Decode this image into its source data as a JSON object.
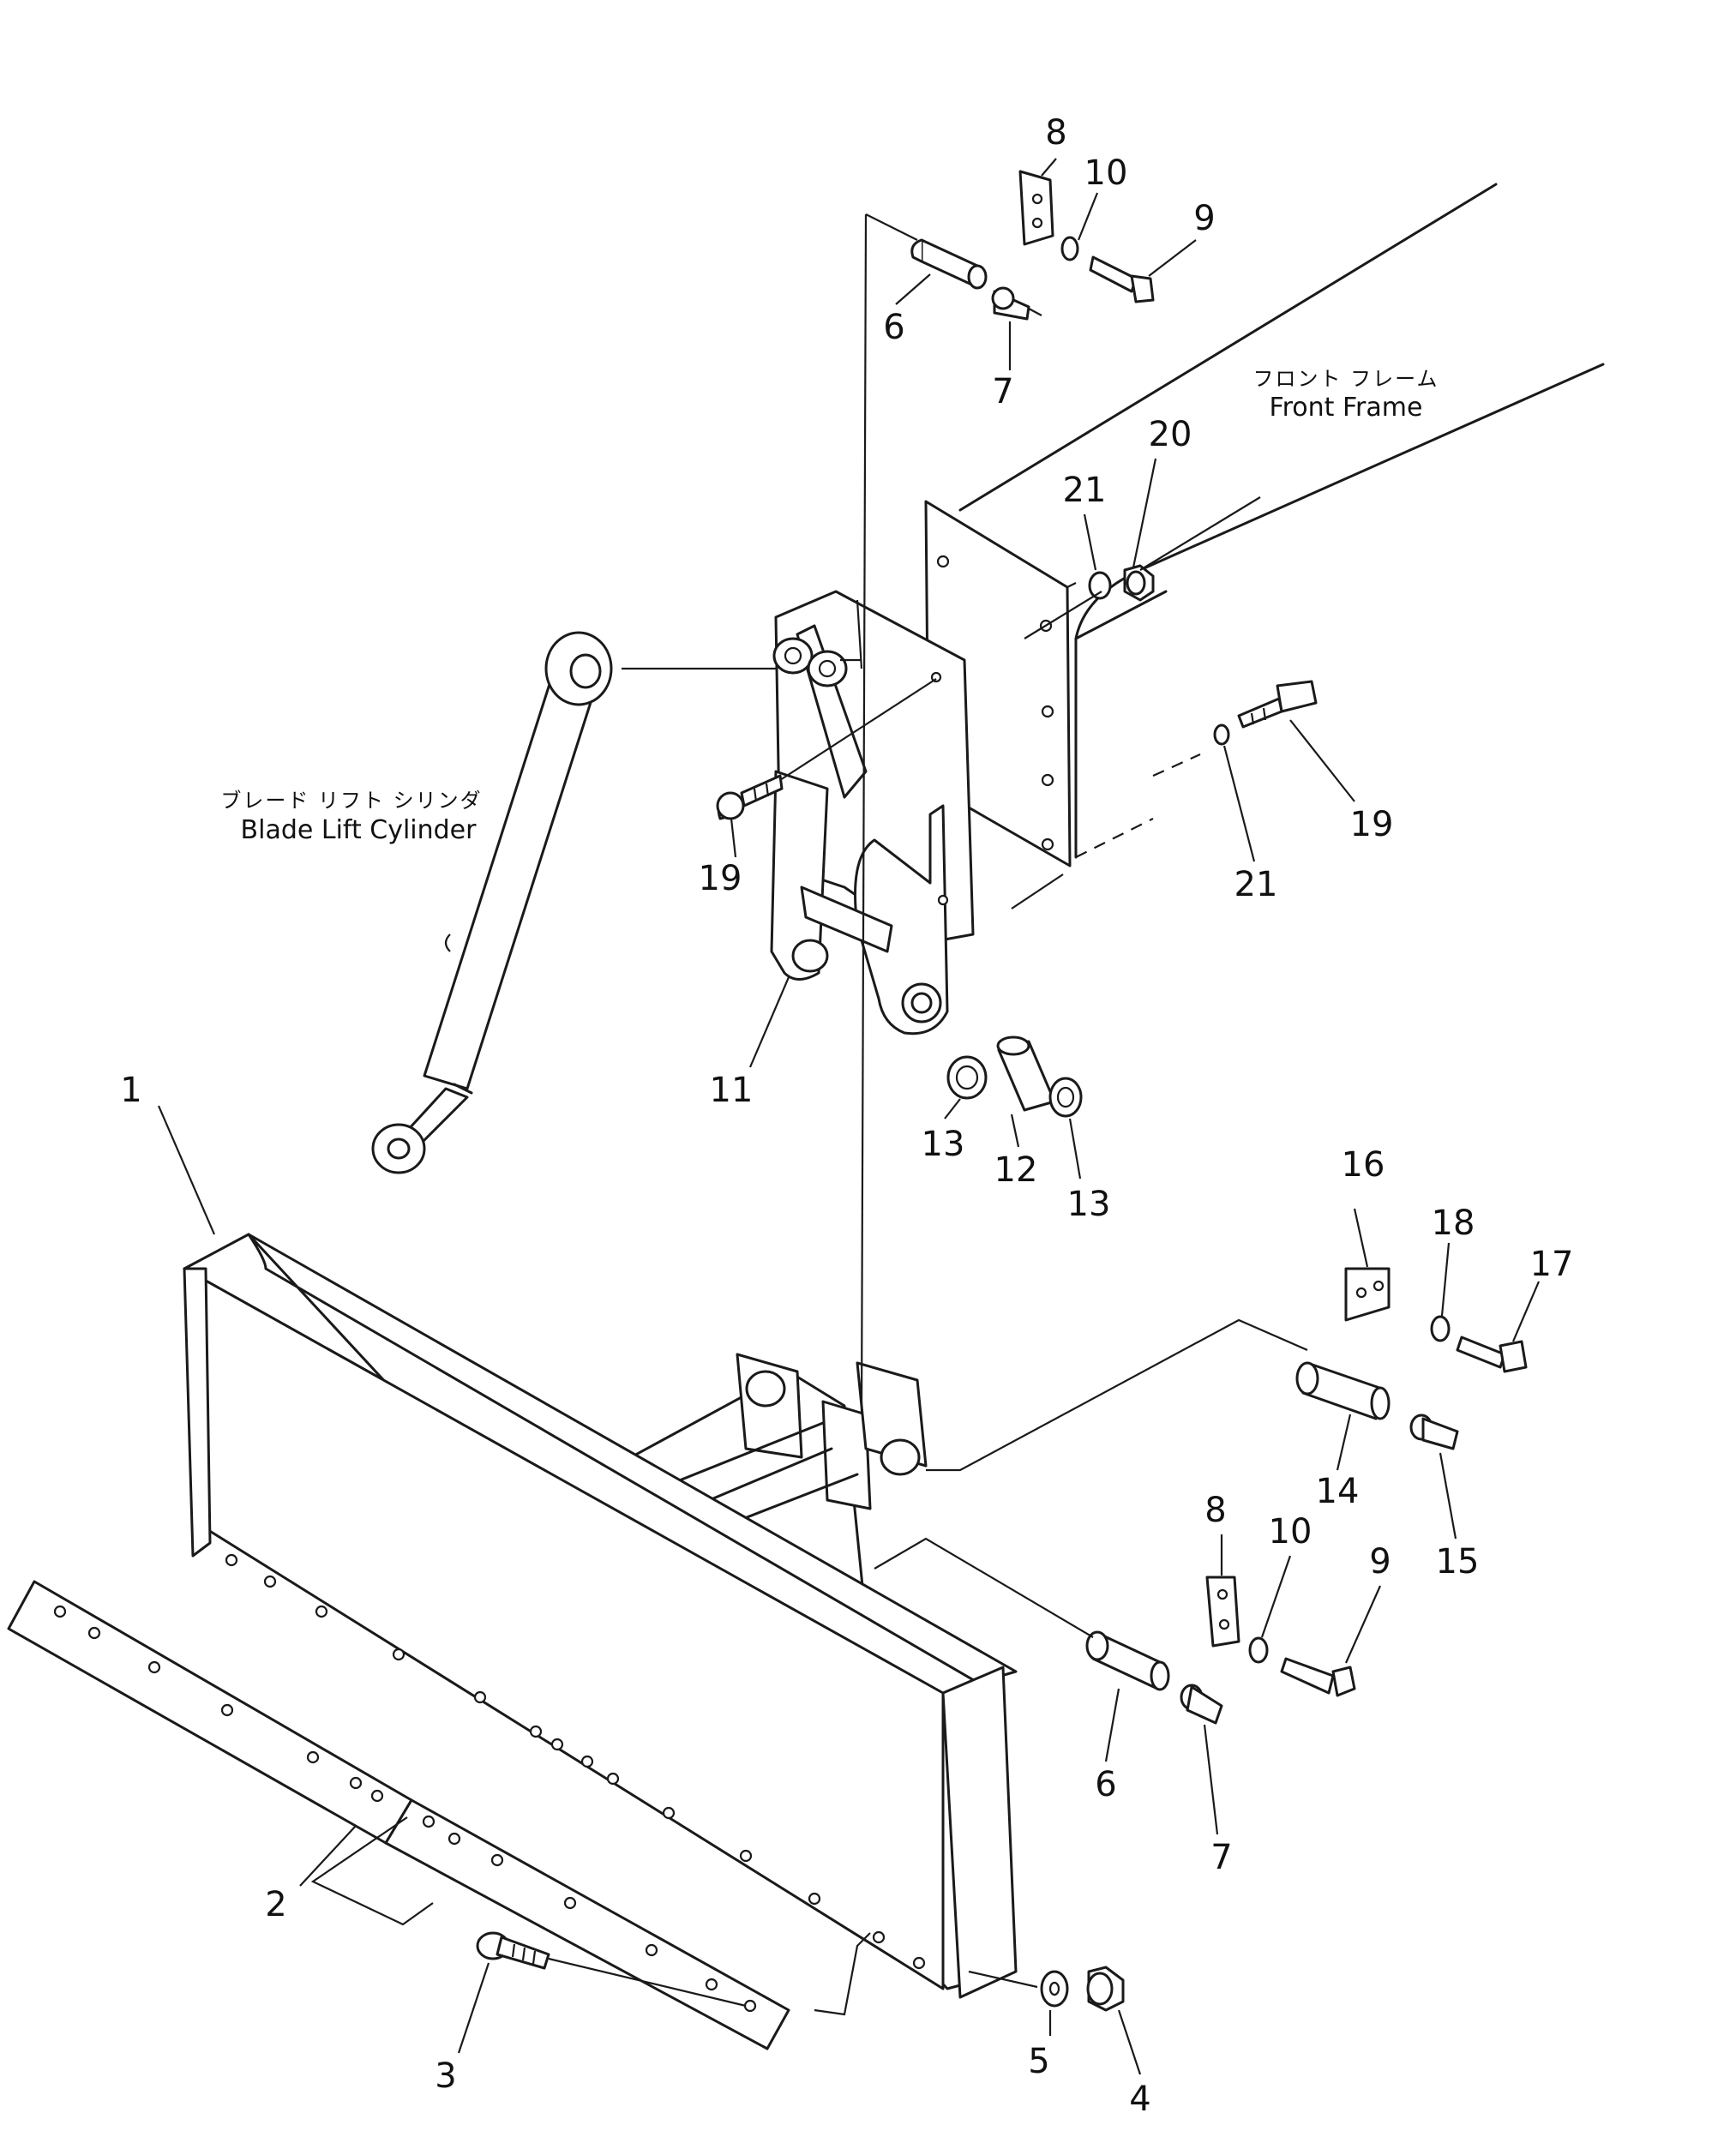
{
  "labels": {
    "front_frame_ja": "フロント フレーム",
    "front_frame_en": "Front Frame",
    "cylinder_ja": "ブレード リフト シリンダ",
    "cylinder_en": "Blade Lift Cylinder"
  },
  "callouts": [
    "1",
    "2",
    "3",
    "4",
    "5",
    "6",
    "7",
    "8",
    "9",
    "10",
    "11",
    "12",
    "13",
    "13",
    "14",
    "15",
    "16",
    "17",
    "18",
    "19",
    "19",
    "20",
    "21",
    "21",
    "6",
    "7",
    "8",
    "9",
    "10"
  ]
}
